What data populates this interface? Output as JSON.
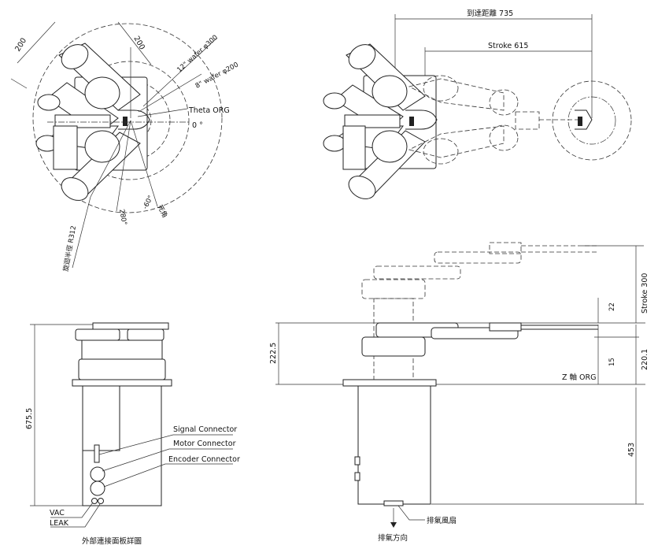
{
  "labels": {
    "reach_distance": "到達距離 735",
    "stroke_615": "Stroke 615",
    "dim_200_a": "200",
    "dim_200_b": "200",
    "wafer_12": "12\" wafer φ300",
    "wafer_8": "8\" wafer φ200",
    "theta_org": "Theta ORG",
    "zero_deg": "0 °",
    "angle_280": "280°",
    "angle_neg60": "-60°",
    "dead_angle": "死角",
    "rotation_radius": "旋迴半徑 R312",
    "stroke_300": "Stroke 300",
    "dim_22": "22",
    "dim_15": "15",
    "dim_222_5": "222.5",
    "dim_220_1": "220.1",
    "z_axis_org": "Z 軸   ORG",
    "dim_675_5": "675.5",
    "dim_453": "453",
    "signal_connector": "Signal Connector",
    "motor_connector": "Motor Connector",
    "encoder_connector": "Encoder Connector",
    "vac": "VAC",
    "leak": "LEAK",
    "panel_detail": "外部連接面板詳圖",
    "exhaust_fan": "排氣風扇",
    "exhaust_direction": "排氣方向"
  }
}
